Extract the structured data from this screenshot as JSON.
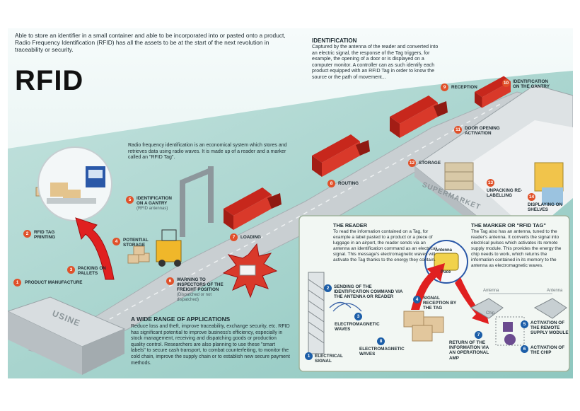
{
  "intro": "Able to store an identifier in a small container and able to be incorporated into or pasted onto a product, Radio Frequency Identification (RFID) has all the assets to be at the start of the next revolution in traceability or security.",
  "title": "RFID",
  "identification": {
    "title": "IDENTIFICATION",
    "text": "Captured by the antenna of the reader and converted into an electric signal, the response of the Tag triggers, for example, the opening of a door or is displayed on a computer monitor. A controller can as such identify each product equipped with an RFID Tag in order to know the source or the path of movement..."
  },
  "definition": "Radio frequency identification is an economical system which stores and retrieves data using radio waves. It is made up of a reader and a marker called an \"RFID Tag\".",
  "steps": {
    "s1": {
      "n": "1",
      "label": "PRODUCT MANUFACTURE"
    },
    "s2": {
      "n": "2",
      "label": "RFID TAG PRINTING"
    },
    "s3": {
      "n": "3",
      "label": "PACKING ON PALLETS"
    },
    "s4": {
      "n": "4",
      "label": "POTENTIAL STORAGE"
    },
    "s5": {
      "n": "5",
      "label": "IDENTIFICATION ON A GANTRY",
      "sub": "(RFID antennas)"
    },
    "s6": {
      "n": "6",
      "label": "WARNING TO INSPECTORS OF THE FREIGHT POSITION",
      "sub": "(Dispatched or not dispatched)"
    },
    "s7": {
      "n": "7",
      "label": "LOADING"
    },
    "s8": {
      "n": "8",
      "label": "ROUTING"
    },
    "s9": {
      "n": "9",
      "label": "RECEPTION"
    },
    "s10": {
      "n": "10",
      "label": "IDENTIFICATION ON THE GANTRY"
    },
    "s11": {
      "n": "11",
      "label": "DOOR OPENING ACTIVATION"
    },
    "s12": {
      "n": "12",
      "label": "STORAGE"
    },
    "s13": {
      "n": "13",
      "label": "UNPACKING RE-LABELLING"
    },
    "s14": {
      "n": "14",
      "label": "DISPLAYING ON SHELVES"
    }
  },
  "places": {
    "usine": "USINE",
    "supermarket": "SUPERMARKET"
  },
  "applications": {
    "title": "A WIDE RANGE OF APPLICATIONS",
    "text": "Reduce loss and theft, improve traceability, exchange security, etc. RFID has significant potential to improve business's efficiency, especially in stock management, receiving and dispatching goods or production quality control. Researchers are also planning to use these \"smart labels\" to secure cash transport, to combat counterfeiting, to monitor the cold chain, improve the supply chain or to establish new secure payment methods."
  },
  "reader": {
    "title": "THE READER",
    "text": "To read the information contained on a Tag, for example a label pasted to a product or a piece of luggage in an airport, the reader sends via an antenna an identification command as an electrical signal. This message's electromagnetic waves will activate the Tag thanks to the energy they contain."
  },
  "marker": {
    "title": "THE MARKER OR \"RFID TAG\"",
    "text": "The Tag also has an antenna, tuned to the reader's antenna. It converts the signal into electrical pulses which activates its remote supply module. This provides the energy the chip needs to work, which returns the information contained in its memory to the antenna as electromagnetic waves."
  },
  "inset": {
    "b1": {
      "n": "1",
      "label": "ELECTRICAL SIGNAL"
    },
    "b2": {
      "n": "2",
      "label": "SENDING OF THE IDENTIFICATION COMMAND VIA THE ANTENNA OR READER"
    },
    "b3": {
      "n": "3",
      "label": "ELECTROMAGNETIC WAVES"
    },
    "b4": {
      "n": "4",
      "label": "SIGNAL RECEPTION BY THE TAG"
    },
    "b5": {
      "n": "5",
      "label": "ACTIVATION OF THE REMOTE SUPPLY MODULE"
    },
    "b6": {
      "n": "6",
      "label": "ACTIVATION OF THE CHIP"
    },
    "b7": {
      "n": "7",
      "label": "RETURN OF THE INFORMATION VIA AN OPERATIONAL AMP"
    },
    "b8": {
      "n": "8",
      "label": "ELECTROMAGNETIC WAVES"
    },
    "antenna_top": "Antenna",
    "puce": "Puce",
    "antenna_l": "Antenna",
    "antenna_r": "Antenna",
    "chip": "Chip"
  },
  "colors": {
    "number_red": "#e0512a",
    "number_blue": "#1c5ea8",
    "truck": "#d9392a",
    "road": "#bfc6c9",
    "arrow": "#e02020"
  }
}
